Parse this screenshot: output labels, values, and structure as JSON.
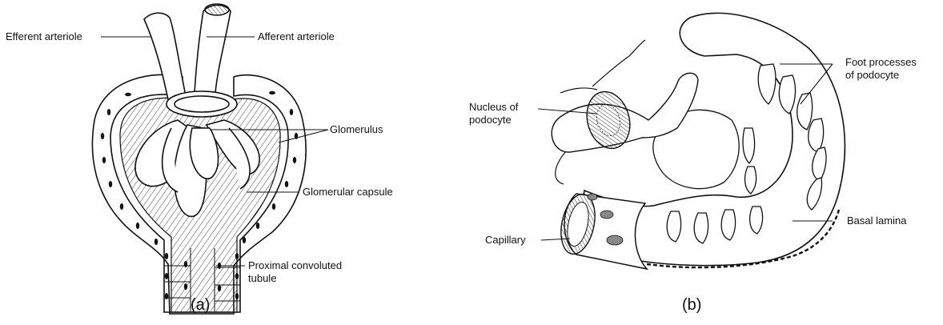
{
  "panel_a": {
    "caption": "(a)",
    "labels": {
      "efferent": "Efferent arteriole",
      "afferent": "Afferent arteriole",
      "glomerulus": "Glomerulus",
      "capsule": "Glomerular capsule",
      "tubule_line1": "Proximal convoluted",
      "tubule_line2": "tubule"
    }
  },
  "panel_b": {
    "caption": "(b)",
    "labels": {
      "nucleus_line1": "Nucleus of",
      "nucleus_line2": "podocyte",
      "foot_line1": "Foot processes",
      "foot_line2": "of podocyte",
      "basal": "Basal lamina",
      "capillary": "Capillary"
    }
  }
}
